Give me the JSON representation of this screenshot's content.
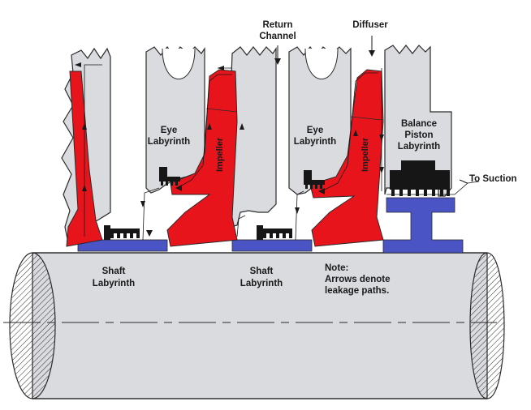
{
  "labels": {
    "return_channel_line1": "Return",
    "return_channel_line2": "Channel",
    "diffuser": "Diffuser",
    "eye_labyrinth_1_line1": "Eye",
    "eye_labyrinth_1_line2": "Labyrinth",
    "eye_labyrinth_2_line1": "Eye",
    "eye_labyrinth_2_line2": "Labyrinth",
    "impeller_1": "Impeller",
    "impeller_2": "Impeller",
    "balance_piston_line1": "Balance",
    "balance_piston_line2": "Piston",
    "balance_piston_line3": "Labyrinth",
    "to_suction": "To Suction",
    "shaft_labyrinth_1_line1": "Shaft",
    "shaft_labyrinth_1_line2": "Labyrinth",
    "shaft_labyrinth_2_line1": "Shaft",
    "shaft_labyrinth_2_line2": "Labyrinth",
    "note_line1": "Note:",
    "note_line2": "Arrows denote",
    "note_line3": "leakage paths."
  },
  "colors": {
    "impeller": "#e8141c",
    "casing": "#d9dbde",
    "spacer": "#4a54c4",
    "labyrinth": "#161616",
    "shaft": "#d9dbde"
  }
}
